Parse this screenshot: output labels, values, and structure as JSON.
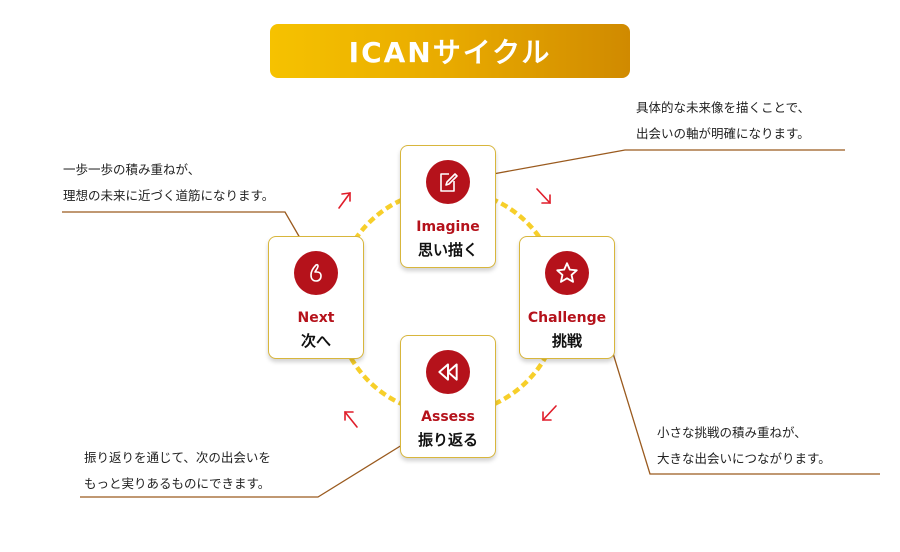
{
  "title": "ICANサイクル",
  "colors": {
    "banner_start": "#f6c200",
    "banner_end": "#d08a00",
    "accent_red": "#b5121b",
    "circle_dash": "#f7cf2a",
    "card_border": "#d8b63c",
    "callout_line": "#9a5a1e",
    "arrow": "#e01d2a"
  },
  "cards": [
    {
      "id": "imagine",
      "icon": "note-pencil-icon",
      "label_en": "Imagine",
      "label_jp": "思い描く"
    },
    {
      "id": "challenge",
      "icon": "star-icon",
      "label_en": "Challenge",
      "label_jp": "挑戦"
    },
    {
      "id": "assess",
      "icon": "rewind-icon",
      "label_en": "Assess",
      "label_jp": "振り返る"
    },
    {
      "id": "next",
      "icon": "thumbs-up-icon",
      "label_en": "Next",
      "label_jp": "次へ"
    }
  ],
  "callouts": {
    "imagine": [
      "具体的な未来像を描くことで、",
      "出会いの軸が明確になります。"
    ],
    "next": [
      "一歩一歩の積み重ねが、",
      "理想の未来に近づく道筋になります。"
    ],
    "assess": [
      "振り返りを通じて、次の出会いを",
      "もっと実りあるものにできます。"
    ],
    "challenge": [
      "小さな挑戦の積み重ねが、",
      "大きな出会いにつながります。"
    ]
  },
  "arrows": [
    "arrow-up-right",
    "arrow-down-right",
    "arrow-down-left",
    "arrow-up-left"
  ]
}
